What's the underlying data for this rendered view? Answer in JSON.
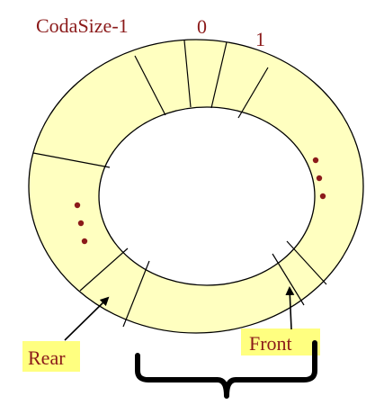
{
  "labels": {
    "last_index": "CodaSize-1",
    "index_zero": "0",
    "index_one": "1",
    "rear": "Rear",
    "front": "Front"
  },
  "colors": {
    "ring_fill": "#ffffc0",
    "outline": "#000000",
    "index_text": "#8b1a1a",
    "label_highlight": "#ffff80",
    "ellipsis_dots": "#8b1a1a"
  },
  "icons": [
    "left-ellipsis-icon",
    "right-ellipsis-icon",
    "rear-arrow-icon",
    "front-arrow-icon",
    "curly-brace-icon"
  ]
}
